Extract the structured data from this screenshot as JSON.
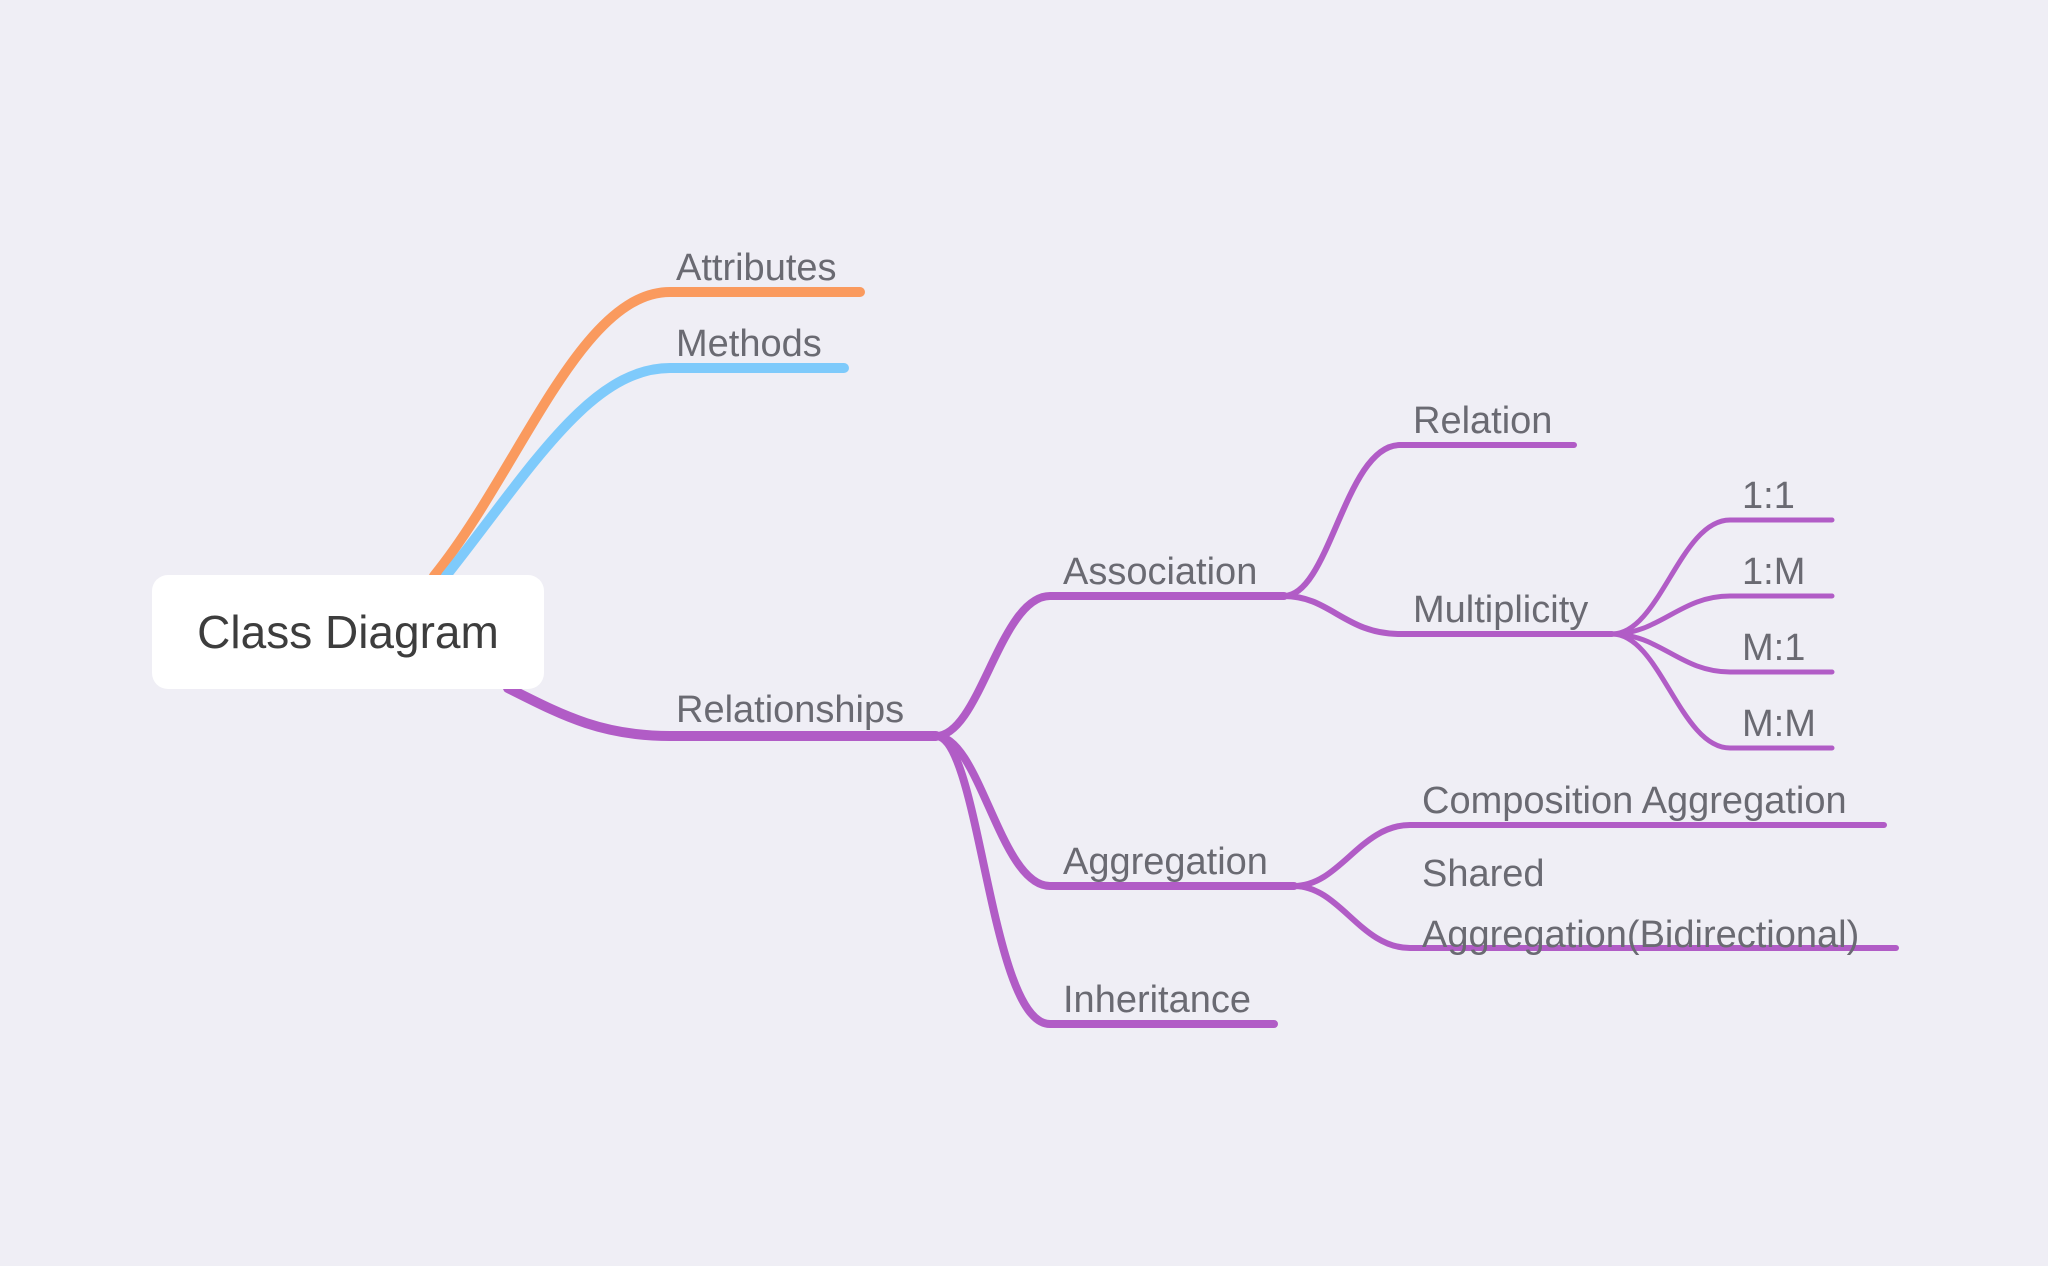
{
  "diagram": {
    "type": "mind-map",
    "root": {
      "label": "Class Diagram"
    },
    "colors": {
      "attributes": "#fa9a5e",
      "methods": "#7ecafb",
      "relationships": "#b15cc6",
      "root_fill": "#ffffff",
      "background": "#efeef5",
      "text": "#6a6a72"
    },
    "nodes": {
      "attributes": "Attributes",
      "methods": "Methods",
      "relationships": "Relationships",
      "association": "Association",
      "relation": "Relation",
      "multiplicity": "Multiplicity",
      "one_to_one": "1:1",
      "one_to_many": "1:M",
      "many_to_one": "M:1",
      "many_to_many": "M:M",
      "aggregation": "Aggregation",
      "composition_aggregation": "Composition Aggregation",
      "shared_aggregation_line1": "Shared",
      "shared_aggregation_line2": "Aggregation(Bidirectional)",
      "inheritance": "Inheritance"
    },
    "edges": [
      [
        "Class Diagram",
        "Attributes"
      ],
      [
        "Class Diagram",
        "Methods"
      ],
      [
        "Class Diagram",
        "Relationships"
      ],
      [
        "Relationships",
        "Association"
      ],
      [
        "Relationships",
        "Aggregation"
      ],
      [
        "Relationships",
        "Inheritance"
      ],
      [
        "Association",
        "Relation"
      ],
      [
        "Association",
        "Multiplicity"
      ],
      [
        "Multiplicity",
        "1:1"
      ],
      [
        "Multiplicity",
        "1:M"
      ],
      [
        "Multiplicity",
        "M:1"
      ],
      [
        "Multiplicity",
        "M:M"
      ],
      [
        "Aggregation",
        "Composition Aggregation"
      ],
      [
        "Aggregation",
        "Shared Aggregation(Bidirectional)"
      ]
    ]
  }
}
